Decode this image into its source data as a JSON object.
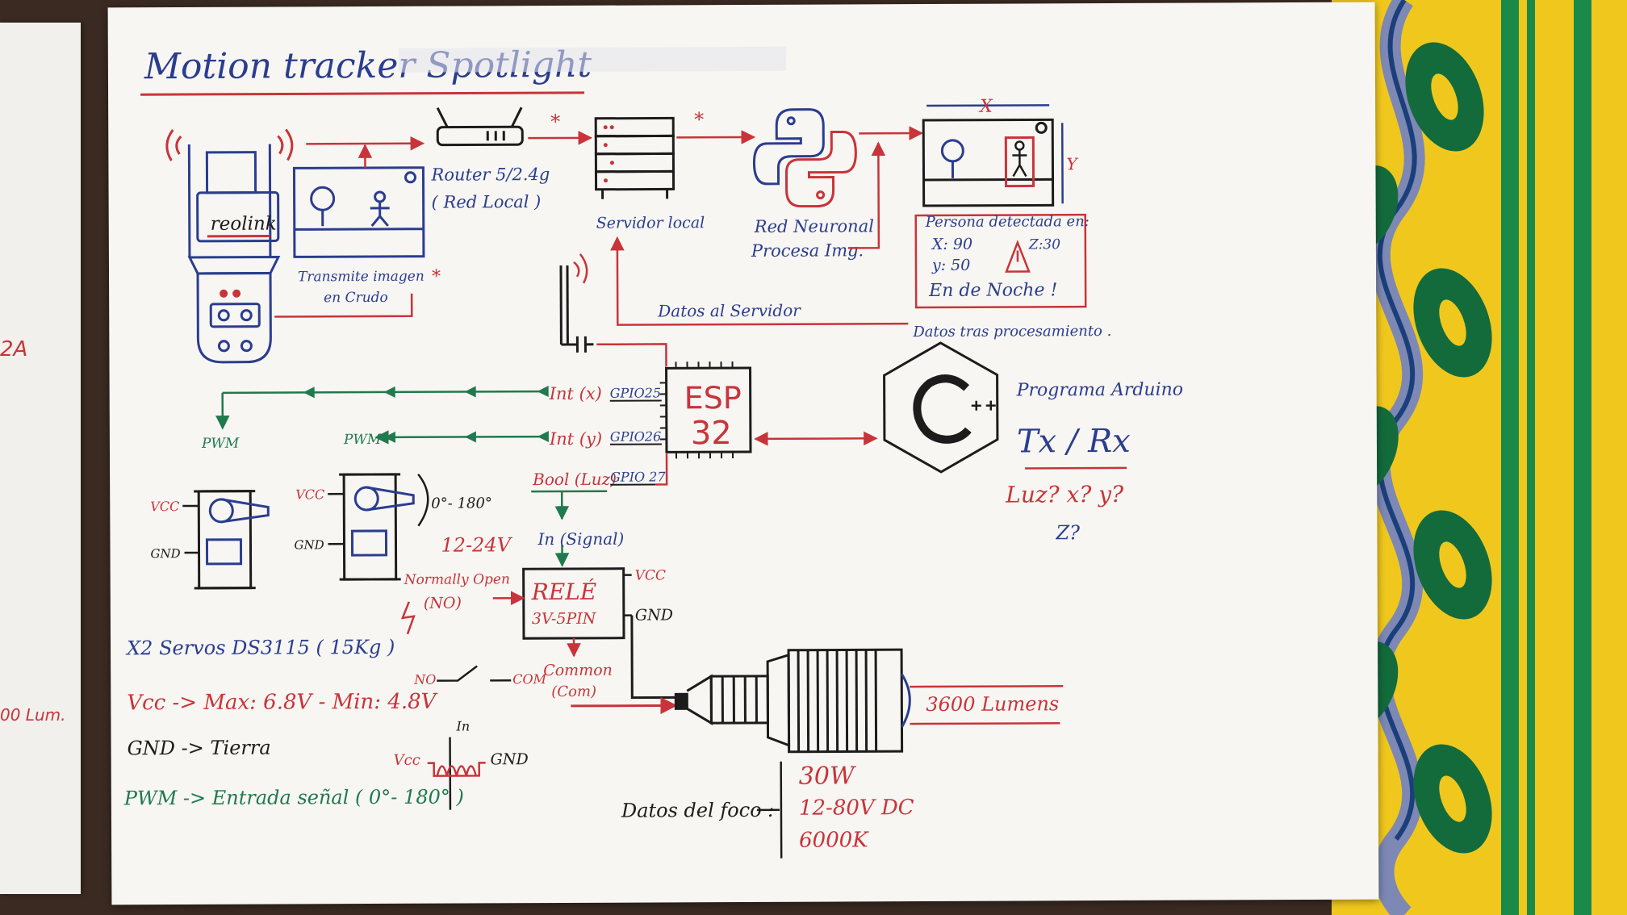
{
  "title": "Motion tracker Spotlight",
  "left_sheet": {
    "frag_top": "2A",
    "frag_bottom": "00 Lum."
  },
  "camera": {
    "brand": "reolink"
  },
  "transmit": {
    "line1": "Transmite imagen",
    "line2": "en Crudo"
  },
  "router": {
    "line1": "Router 5/2.4g",
    "line2": "( Red Local )"
  },
  "server": {
    "label": "Servidor local"
  },
  "neural": {
    "line1": "Red Neuronal",
    "line2": "Procesa Img."
  },
  "detected": {
    "axis_x": "X",
    "axis_y": "Y",
    "title": "Persona detectada en:",
    "x": "X: 90",
    "y": "y: 50",
    "z": "Z:30",
    "night": "En de Noche !"
  },
  "data_to_server": "Datos al Servidor",
  "data_after": "Datos tras procesamiento .",
  "esp": {
    "line1": "ESP",
    "line2": "32"
  },
  "pins": {
    "int_x": "Int (x)",
    "gpio25": "GPIO25",
    "int_y": "Int (y)",
    "gpio26": "GPIO26",
    "bool": "Bool (Luz)",
    "gpio27": "GPIO 27"
  },
  "arduino": {
    "title": "Programa Arduino",
    "txrx": "Tx / Rx",
    "vars": "Luz?  x?  y?",
    "z": "Z?"
  },
  "servos": {
    "pwm1": "PWM",
    "pwm2": "PWM",
    "vcc1": "VCC",
    "vcc2": "VCC",
    "gnd1": "GND",
    "gnd2": "GND",
    "angle": "0°- 180°"
  },
  "relay": {
    "signal": "In (Signal)",
    "line1": "RELÉ",
    "line2": "3V-5PIN",
    "vcc": "VCC",
    "gnd": "GND",
    "voltage": "12-24V",
    "no_line1": "Normally Open",
    "no_line2": "(NO)",
    "common_line1": "Common",
    "common_line2": "(Com)"
  },
  "switch": {
    "no": "NO",
    "com": "COM"
  },
  "spotlight": {
    "lumens": "3600 Lumens"
  },
  "notes": {
    "servos": "X2 Servos DS3115  ( 15Kg )",
    "vcc": "Vcc -> Max: 6.8V - Min: 4.8V",
    "gnd": "GND -> Tierra",
    "pwm": "PWM -> Entrada señal ( 0°- 180° )"
  },
  "ground": {
    "in": "In",
    "vcc": "Vcc",
    "gnd": "GND"
  },
  "foco": {
    "label": "Datos del foco :",
    "watts": "30W",
    "voltage": "12-80V DC",
    "kelvin": "6000K"
  },
  "colors": {
    "ink_blue": "#2b3d8f",
    "ink_red": "#c8343a",
    "ink_green": "#1f7a4e",
    "ink_black": "#1c1c1c"
  }
}
